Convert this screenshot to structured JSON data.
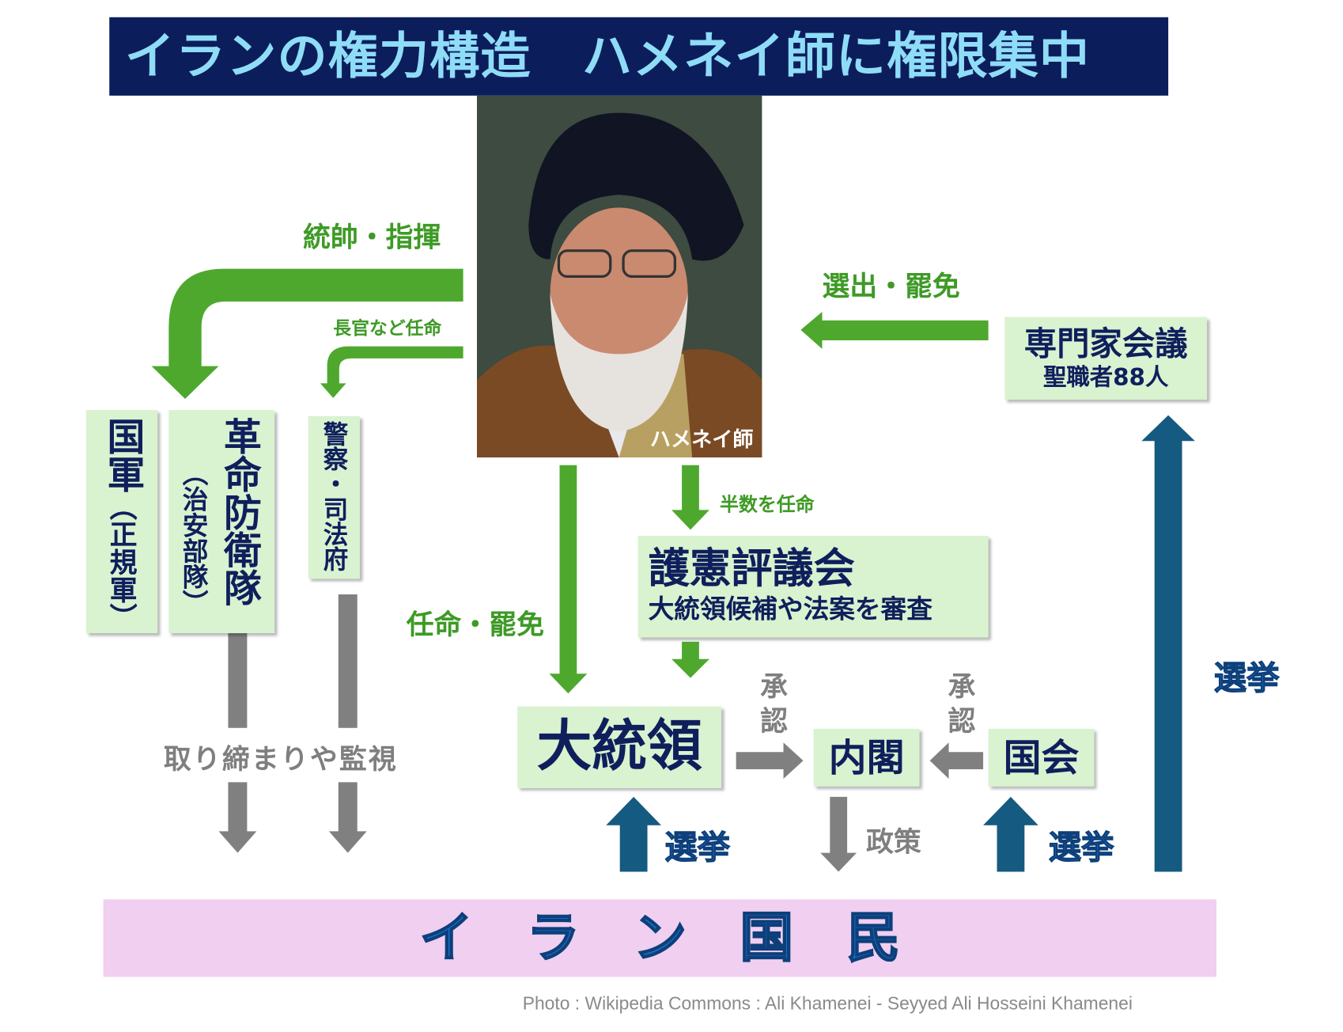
{
  "title": "イランの権力構造　ハメネイ師に権限集中",
  "photo_caption": "ハメネイ師",
  "labels": {
    "command": "統帥・指揮",
    "appoint_chiefs": "長官など任命",
    "appoint_dismiss": "任命・罷免",
    "appoint_half": "半数を任命",
    "elect_dismiss": "選出・罷免",
    "approve_left": "承認",
    "approve_right": "承認",
    "policy": "政策",
    "control": "取り締まりや監視",
    "election_president": "選挙",
    "election_parliament": "選挙",
    "election_experts": "選挙"
  },
  "boxes": {
    "army": {
      "title": "国軍",
      "sub": "（正規軍）"
    },
    "irgc": {
      "title": "革命防衛隊",
      "sub": "（治安部隊）"
    },
    "police": {
      "title": "警察・司法府"
    },
    "guardian": {
      "title": "護憲評議会",
      "sub": "大統領候補や法案を審査"
    },
    "president": {
      "title": "大統領"
    },
    "cabinet": {
      "title": "内閣"
    },
    "parliament": {
      "title": "国会"
    },
    "experts": {
      "title": "専門家会議",
      "sub": "聖職者88人"
    }
  },
  "people": "イ　ラ　ン　国　民",
  "credit": "Photo : Wikipedia Commons : Ali Khamenei - Seyyed Ali Hosseini Khamenei",
  "colors": {
    "navy": "#0c1d5c",
    "green": "#4ea82e",
    "gray": "#808080",
    "blue_arrow": "#155a80",
    "box": "#d9f2d0",
    "pink": "#f0cff0"
  }
}
